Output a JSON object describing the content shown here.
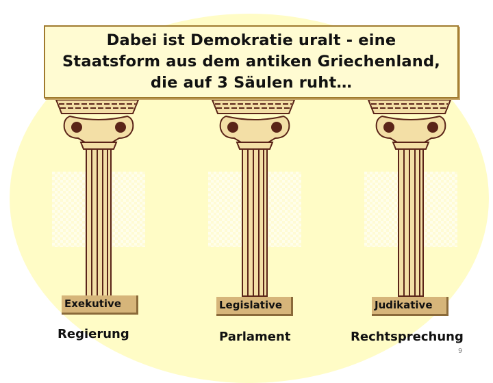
{
  "slide": {
    "title_lines": [
      "Dabei ist Demokratie uralt - eine",
      "Staatsform aus dem antiken Griechenland,",
      "die auf 3 Säulen ruht…"
    ],
    "columns": [
      {
        "plinth_label": "Exekutive",
        "caption": "Regierung"
      },
      {
        "plinth_label": "Legislative",
        "caption": "Parlament"
      },
      {
        "plinth_label": "Judikative",
        "caption": "Rechtsprechung"
      }
    ],
    "page_number": "9",
    "colors": {
      "background_ellipse": "#fffcc6",
      "title_box_fill": "#fffbd2",
      "title_box_border": "#a07a2e",
      "column_fill": "#f3dfa6",
      "column_outline": "#5a2418",
      "plinth_fill": "#d6b57a"
    }
  }
}
